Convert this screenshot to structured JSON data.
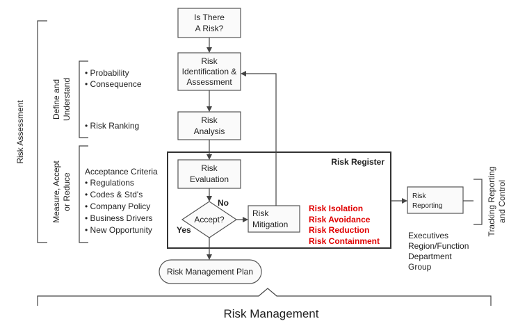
{
  "nodes": {
    "is_there_risk": [
      "Is There",
      "A Risk?"
    ],
    "identification": [
      "Risk",
      "Identification &",
      "Assessment"
    ],
    "analysis": [
      "Risk",
      "Analysis"
    ],
    "evaluation": [
      "Risk",
      "Evaluation"
    ],
    "accept": "Accept?",
    "mitigation": [
      "Risk",
      "Mitigation"
    ],
    "plan": "Risk Management Plan",
    "reporting": [
      "Risk",
      "Reporting"
    ]
  },
  "decision": {
    "no_label": "No",
    "yes_label": "Yes"
  },
  "register_title": "Risk Register",
  "mitigation_options": [
    "Risk Isolation",
    "Risk Avoidance",
    "Risk Reduction",
    "Risk Containment"
  ],
  "audience": [
    "Executives",
    "Region/Function",
    "Department",
    "Group"
  ],
  "side_labels": {
    "risk_assessment": "Risk Assessment",
    "define_understand": [
      "Define and",
      "Understand"
    ],
    "measure_accept": [
      "Measure, Accept",
      "or Reduce"
    ],
    "tracking": [
      "Tracking Reporting",
      "and Control"
    ]
  },
  "define_bullets": [
    "• Probability",
    "• Consequence"
  ],
  "ranking_bullet": "• Risk Ranking",
  "acceptance": {
    "title": "Acceptance Criteria",
    "items": [
      "• Regulations",
      "• Codes & Std's",
      "• Company Policy",
      "• Business Drivers",
      "• New Opportunity"
    ]
  },
  "footer": "Risk Management",
  "colors": {
    "accent_red": "#e00000",
    "line": "#444444"
  }
}
